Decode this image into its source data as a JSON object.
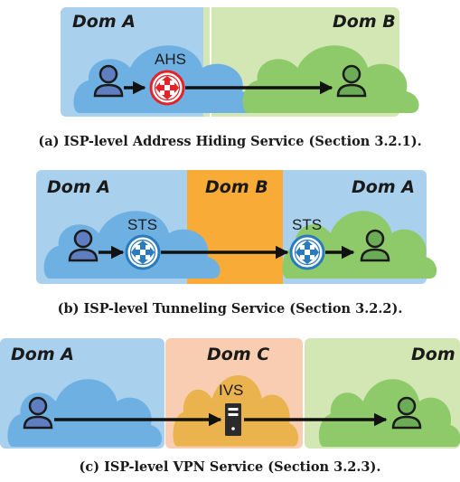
{
  "colors": {
    "domain_a": "#a9d1ee",
    "domain_b_light": "#d3e7b4",
    "domain_b_orange": "#f8ab37",
    "domain_c": "#f9cdb1",
    "cloud_blue": "#6fb0e2",
    "cloud_green": "#8ec96a",
    "cloud_orange": "#eab34e",
    "user_blue": "#5f7ec1",
    "user_green": "#6cac57",
    "router_red": "#e42228",
    "router_blue": "#2a7bbd",
    "arrow": "#111111"
  },
  "panels": [
    {
      "domains": [
        "Dom A",
        "Dom B"
      ],
      "services": [
        "AHS"
      ],
      "service_icon": "router-icon",
      "caption": "(a) ISP-level Address Hiding Service (Section 3.2.1)."
    },
    {
      "domains": [
        "Dom A",
        "Dom B",
        "Dom A"
      ],
      "services": [
        "STS",
        "STS"
      ],
      "service_icon": "router-icon",
      "caption": "(b) ISP-level Tunneling Service (Section 3.2.2)."
    },
    {
      "domains": [
        "Dom A",
        "Dom C",
        "Dom B"
      ],
      "services": [
        "IVS"
      ],
      "service_icon": "server-icon",
      "caption": "(c) ISP-level VPN Service (Section 3.2.3)."
    }
  ]
}
